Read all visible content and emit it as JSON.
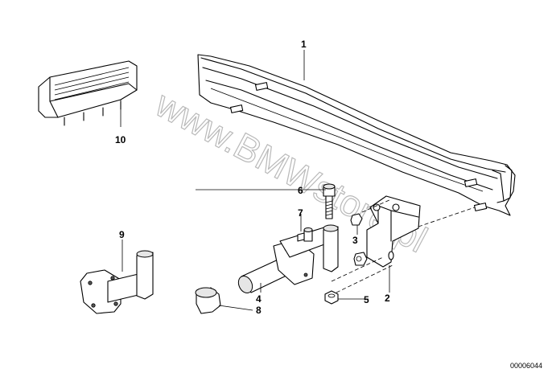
{
  "watermark": "www.BMWstore.pl",
  "diagram_code": "00006044",
  "callouts": [
    {
      "id": "1",
      "label": "1"
    },
    {
      "id": "2",
      "label": "2"
    },
    {
      "id": "3",
      "label": "3"
    },
    {
      "id": "4",
      "label": "4"
    },
    {
      "id": "5",
      "label": "5"
    },
    {
      "id": "6",
      "label": "6"
    },
    {
      "id": "7",
      "label": "7"
    },
    {
      "id": "8",
      "label": "8"
    },
    {
      "id": "9",
      "label": "9"
    },
    {
      "id": "10",
      "label": "10"
    }
  ]
}
